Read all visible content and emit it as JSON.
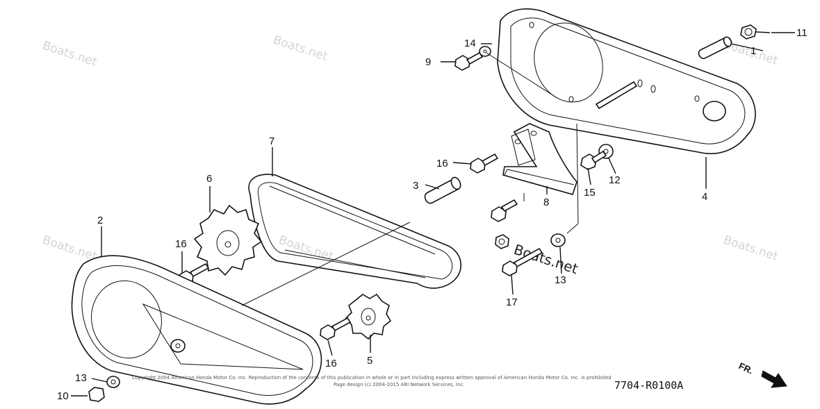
{
  "watermark": "Boats.net",
  "diagram_code": "7704-R0100A",
  "direction_label": "FR.",
  "copyright_lines": [
    "Copyright 2004 American Honda Motor Co. Inc. Reproduction of the contents of this publication in whole or in part including express written approval of American Honda Motor Co. Inc. is prohibited",
    "Page design (c) 2004-2015 ARI Network Services, Inc."
  ],
  "callouts": {
    "c1": "1",
    "c2": "2",
    "c3": "3",
    "c4": "4",
    "c5": "5",
    "c6": "6",
    "c7": "7",
    "c8": "8",
    "c9": "9",
    "c10": "10",
    "c11": "11",
    "c12": "12",
    "c13a": "13",
    "c13b": "13",
    "c14": "14",
    "c15": "15",
    "c16a": "16",
    "c16b": "16",
    "c16c": "16",
    "c17": "17"
  }
}
